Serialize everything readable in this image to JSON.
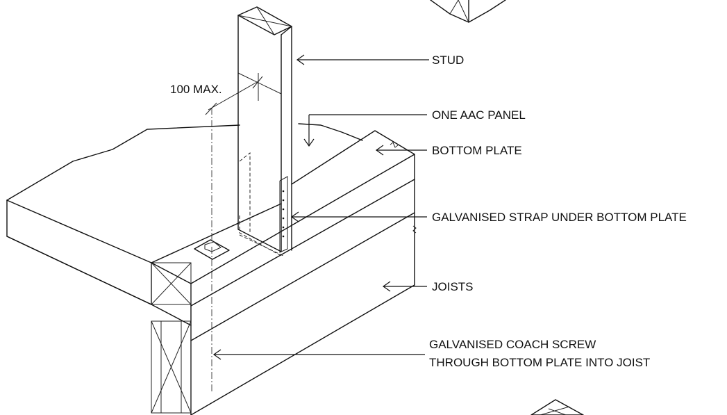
{
  "labels": {
    "stud": "STUD",
    "aac_panel": "ONE AAC PANEL",
    "bottom_plate": "BOTTOM PLATE",
    "strap": "GALVANISED STRAP UNDER BOTTOM PLATE",
    "joists": "JOISTS",
    "coach_screw_line1": "GALVANISED COACH SCREW",
    "coach_screw_line2": "THROUGH BOTTOM PLATE INTO JOIST",
    "dimension": "100 MAX."
  }
}
